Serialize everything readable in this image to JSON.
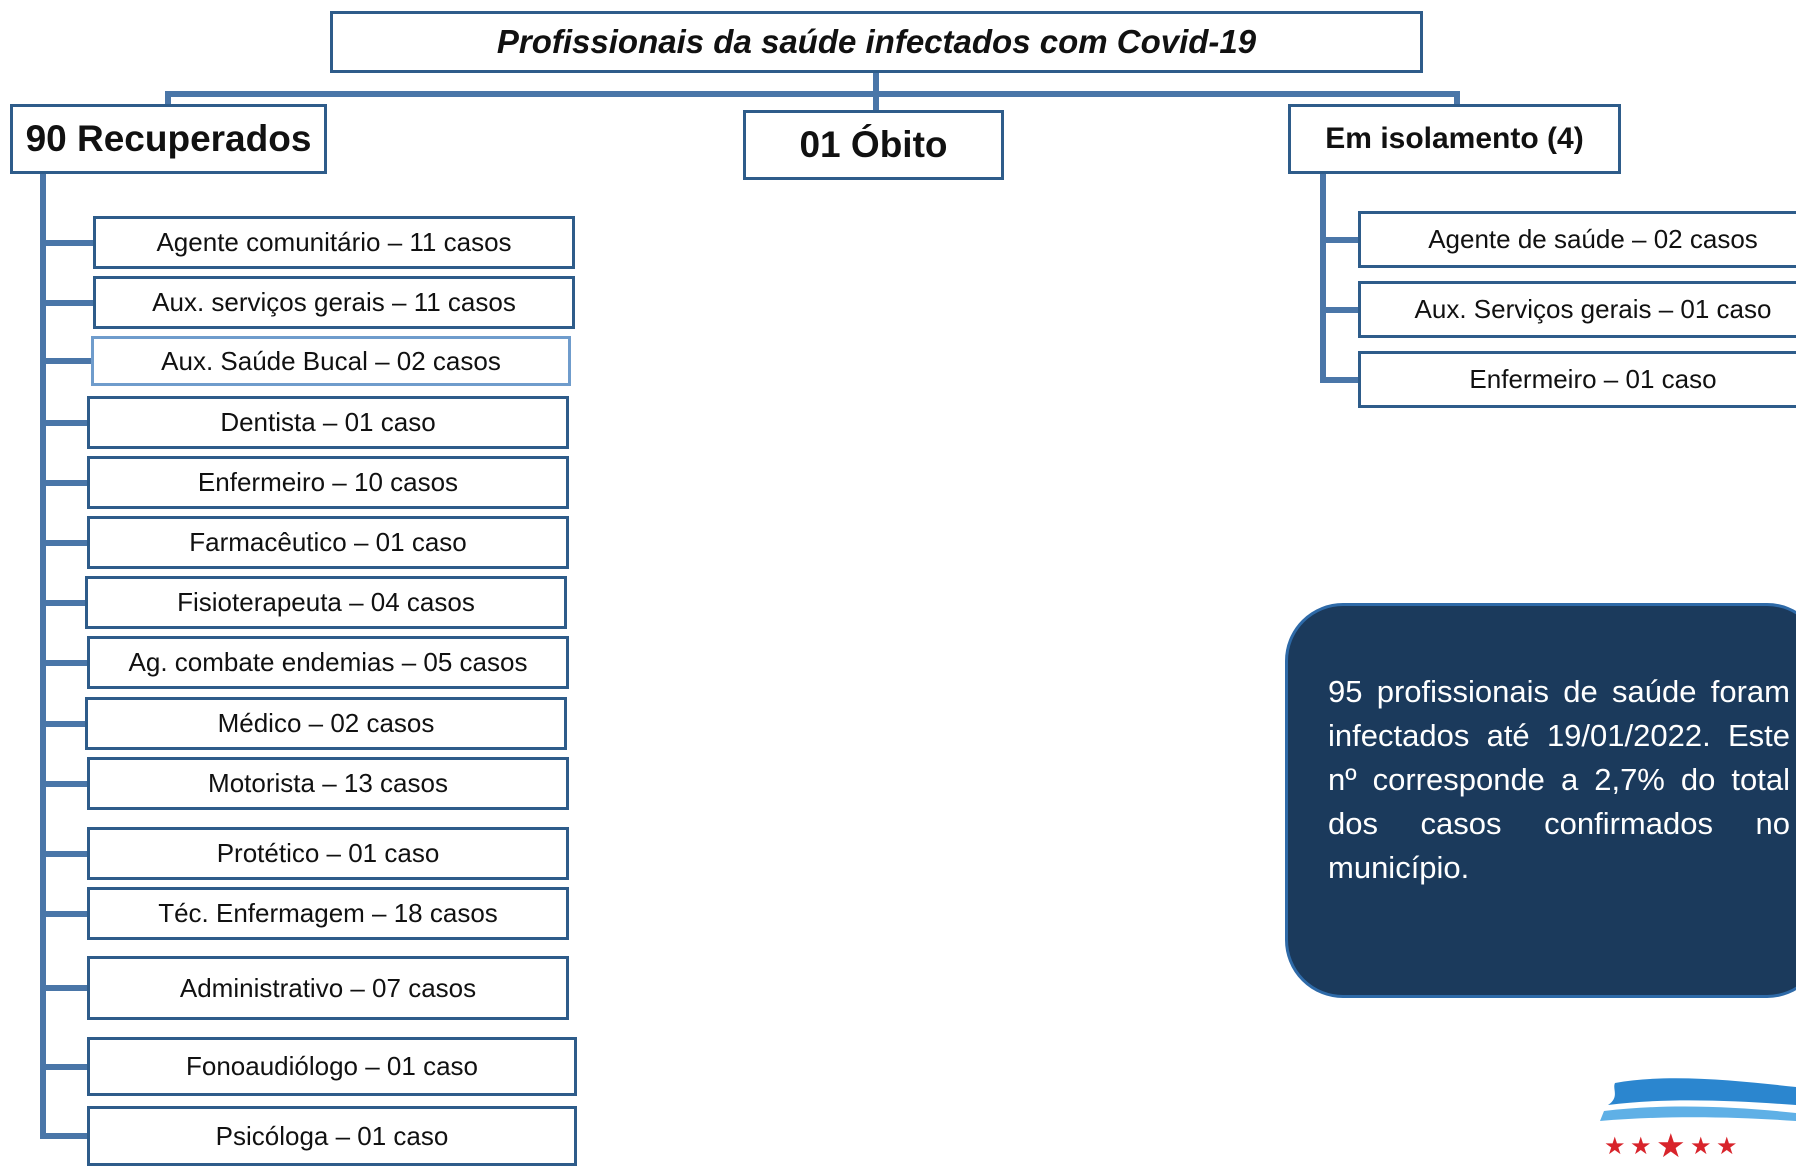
{
  "title": "Profissionais da saúde infectados com Covid-19",
  "categories": {
    "recovered": "90 Recuperados",
    "death": "01 Óbito",
    "isolation": "Em isolamento (4)"
  },
  "recovered_items": [
    "Agente comunitário – 11 casos",
    "Aux. serviços gerais – 11 casos",
    "Aux. Saúde Bucal – 02 casos",
    "Dentista – 01 caso",
    "Enfermeiro – 10 casos",
    "Farmacêutico – 01 caso",
    "Fisioterapeuta – 04 casos",
    "Ag. combate endemias – 05 casos",
    "Médico – 02 casos",
    "Motorista – 13 casos",
    "Protético – 01 caso",
    "Téc. Enfermagem – 18 casos",
    "Administrativo – 07 casos",
    "Fonoaudiólogo – 01 caso",
    "Psicóloga – 01 caso"
  ],
  "isolation_items": [
    "Agente de saúde – 02 casos",
    "Aux. Serviços gerais – 01 caso",
    "Enfermeiro – 01 caso"
  ],
  "summary": "95 profissionais de saúde foram infectados até 19/01/2022. Este nº corresponde a 2,7% do total dos casos confirmados no município.",
  "colors": {
    "box_border": "#2e5c8a",
    "connector": "#4a76a8",
    "summary_background": "#1b3a5c",
    "logo_star": "#d8242b"
  }
}
